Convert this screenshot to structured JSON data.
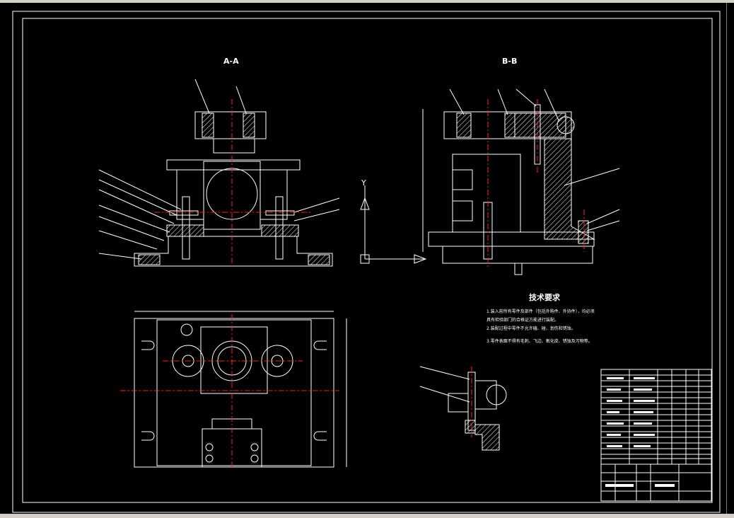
{
  "views": {
    "section_aa": "A-A",
    "section_bb": "B-B"
  },
  "axis": {
    "y": "Y"
  },
  "tech_req": {
    "heading": "技术要求",
    "lines": [
      "1.装入前所有零件及部件（包括外购件、外协件），均必须",
      "具有检验部门的合格证方能进行装配。",
      "2.装配过程中零件不允许磕、碰、划伤和锈蚀。",
      "3.零件表面不得有毛刺、飞边、氧化皮、锈蚀及污物等。"
    ]
  },
  "colors": {
    "background": "#000000",
    "outline": "#ffffff",
    "centerline": "#ff2020"
  }
}
